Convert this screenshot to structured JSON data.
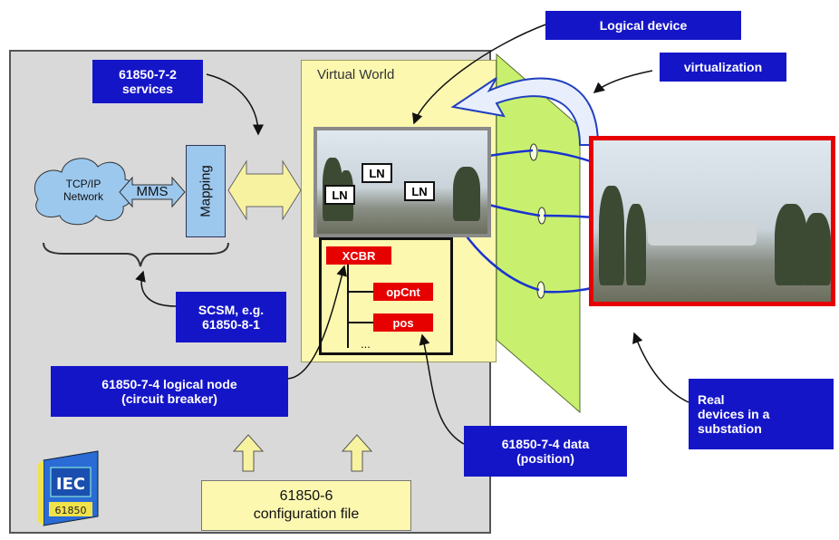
{
  "labels": {
    "logical_device": "Logical device",
    "virtualization": "virtualization",
    "services_l1": "61850-7-2",
    "services_l2": "services",
    "virtual_world": "Virtual World",
    "tcpip_l1": "TCP/IP",
    "tcpip_l2": "Network",
    "mms": "MMS",
    "mapping": "Mapping",
    "scsm_l1": "SCSM, e.g.",
    "scsm_l2": "61850-8-1",
    "ln_node_l1": "61850-7-4 logical node",
    "ln_node_l2": "(circuit breaker)",
    "data_l1": "61850-7-4 data",
    "data_l2": "(position)",
    "real_l1": "Real",
    "real_l2": "devices in a",
    "real_l3": "substation",
    "cfg_l1": "61850-6",
    "cfg_l2": "configuration file",
    "ln1": "LN",
    "ln2": "LN",
    "ln3": "LN",
    "xcbr": "XCBR",
    "opcnt": "opCnt",
    "pos": "pos",
    "ellipsis": "...",
    "logo_text": "IEC",
    "logo_sub": "61850"
  },
  "colors": {
    "label_blue": "#1515c8",
    "node_red": "#e60000",
    "virtual_yellow": "#fdf8b0",
    "panel_green": "#c8f06e"
  }
}
